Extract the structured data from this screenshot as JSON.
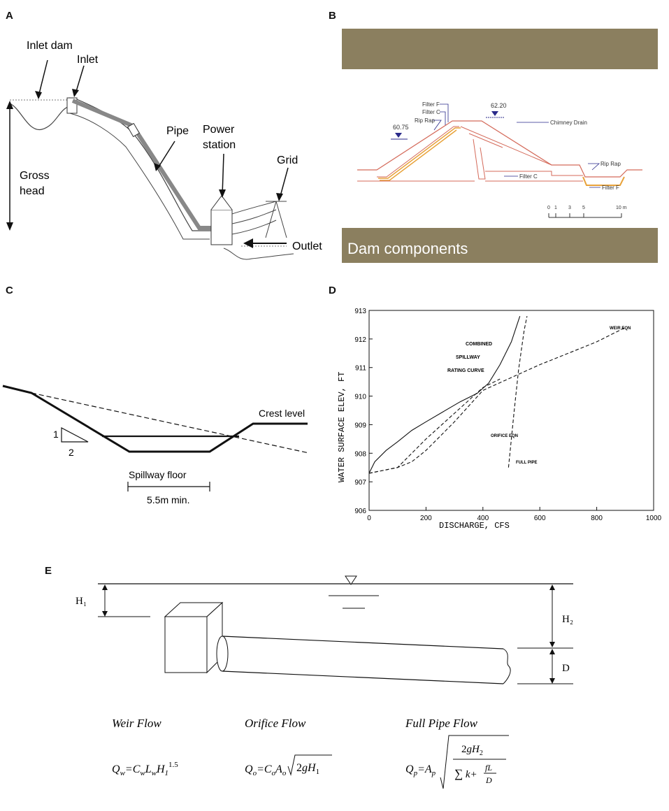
{
  "panels": {
    "a": {
      "label": "A",
      "inlet_dam": "Inlet dam",
      "inlet": "Inlet",
      "pipe": "Pipe",
      "power_line1": "Power",
      "power_line2": "station",
      "grid": "Grid",
      "gross_line1": "Gross",
      "gross_line2": "head",
      "outlet": "Outlet"
    },
    "b": {
      "label": "B",
      "title": "Dam components",
      "filter_f_top": "Filter F",
      "filter_c_top": "Filter C",
      "rip_rap_left": "Rip Rap",
      "level_left": "60.75",
      "level_right": "62.20",
      "chimney_drain": "Chimney Drain",
      "rip_rap_right": "Rip Rap",
      "filter_c_bottom": "Filter C",
      "filter_f_bottom": "Filter F",
      "scale_ticks": [
        "0",
        "1",
        "3",
        "5",
        "10 m"
      ],
      "colors": {
        "band": "#8b7f5f",
        "embankment": "#d46a5a",
        "filter": "#e8a23a",
        "marker": "#2a2a8a"
      }
    },
    "c": {
      "label": "C",
      "crest": "Crest level",
      "slope_rise": "1",
      "slope_run": "2",
      "floor": "Spillway floor",
      "min": "5.5m min."
    },
    "d": {
      "label": "D",
      "ylabel": "WATER SURFACE ELEV, FT",
      "xlabel": "DISCHARGE, CFS",
      "ann_combined": "COMBINED",
      "ann_spillway": "SPILLWAY",
      "ann_rating": "RATING CURVE",
      "ann_weir": "WEIR EQN",
      "ann_orifice": "ORIFICE EQN",
      "ann_fullpipe": "FULL PIPE"
    },
    "e": {
      "label": "E",
      "h1": "H₁",
      "h2": "H₂",
      "d": "D",
      "weir_title": "Weir Flow",
      "orifice_title": "Orifice Flow",
      "fullpipe_title": "Full Pipe Flow"
    }
  },
  "chart_data": {
    "type": "line",
    "title": "",
    "xlabel": "DISCHARGE, CFS",
    "ylabel": "WATER SURFACE ELEV, FT",
    "xlim": [
      0,
      1000
    ],
    "ylim": [
      906,
      913
    ],
    "xticks": [
      0,
      200,
      400,
      600,
      800,
      1000
    ],
    "yticks": [
      906,
      907,
      908,
      909,
      910,
      911,
      912,
      913
    ],
    "grid": false,
    "series": [
      {
        "name": "COMBINED SPILLWAY RATING CURVE",
        "style": "solid",
        "x": [
          0,
          20,
          60,
          100,
          150,
          200,
          260,
          320,
          380,
          420,
          460,
          500,
          530
        ],
        "y": [
          907.3,
          907.7,
          908.1,
          908.4,
          908.8,
          909.1,
          909.45,
          909.8,
          910.1,
          910.45,
          911.1,
          911.9,
          912.8
        ]
      },
      {
        "name": "WEIR EQN",
        "style": "dashed",
        "x": [
          0,
          100,
          150,
          200,
          250,
          300,
          350,
          400,
          500,
          600,
          700,
          800,
          900
        ],
        "y": [
          907.3,
          907.5,
          907.7,
          908.1,
          908.6,
          909.1,
          909.65,
          910.2,
          910.65,
          911.1,
          911.5,
          911.9,
          912.4
        ]
      },
      {
        "name": "ORIFICE EQN",
        "style": "dashed",
        "x": [
          0,
          100,
          200,
          300,
          400,
          460
        ],
        "y": [
          907.3,
          907.5,
          908.5,
          909.4,
          910.3,
          910.6
        ]
      },
      {
        "name": "FULL PIPE",
        "style": "dashed",
        "x": [
          490,
          510,
          525,
          535,
          545,
          555
        ],
        "y": [
          907.5,
          909.5,
          910.9,
          911.6,
          912.3,
          912.8
        ]
      }
    ]
  }
}
